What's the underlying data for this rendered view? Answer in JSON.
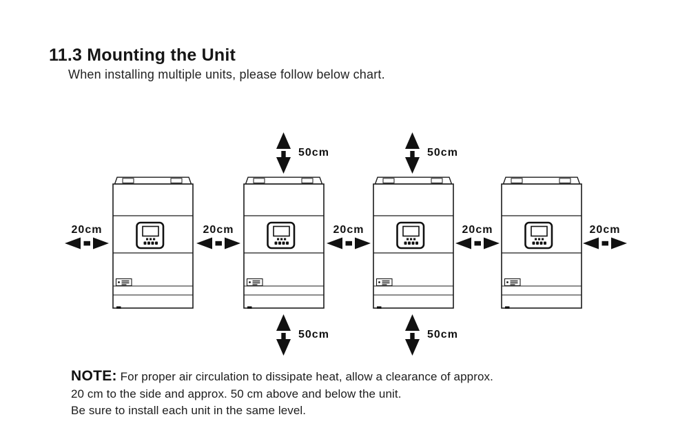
{
  "page": {
    "title": "11.3 Mounting the Unit",
    "subtitle": "When installing multiple units, please follow below chart."
  },
  "diagram": {
    "description": "Four wall-mounted inverter units in a row with clearance dimensions",
    "unit_count": 4,
    "side_clearance": "20cm",
    "vertical_clearance": "50cm"
  },
  "note": {
    "label": "NOTE:",
    "line1": "For proper air circulation to dissipate heat, allow a clearance of approx.",
    "line2": "20 cm to the side and approx. 50 cm above and below the unit.",
    "line3": "Be sure to install each unit in the same level."
  }
}
